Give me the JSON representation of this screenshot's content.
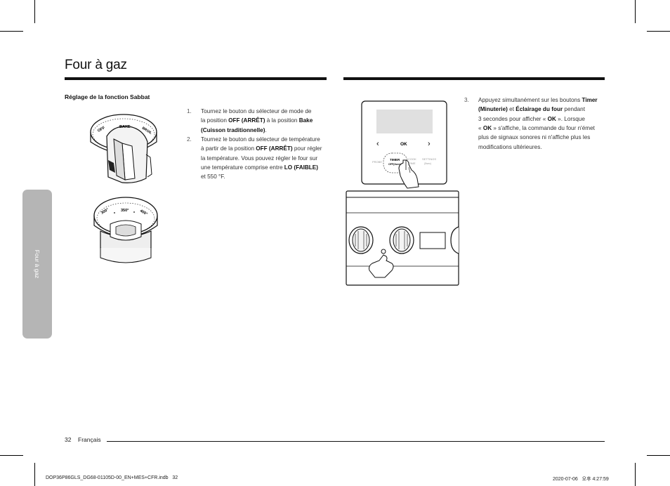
{
  "page": {
    "title": "Four à gaz",
    "side_tab": "Four à gaz",
    "section_label": "Réglage de la fonction Sabbat"
  },
  "steps_left": [
    {
      "num": "1.",
      "lines": [
        [
          {
            "t": "Tournez le bouton du sélecteur de mode de"
          }
        ],
        [
          {
            "t": "la position "
          },
          {
            "t": "OFF (ARRÊT)",
            "b": true
          },
          {
            "t": " à la position "
          },
          {
            "t": "Bake",
            "b": true
          }
        ],
        [
          {
            "t": "(Cuisson traditionnelle)",
            "b": true
          },
          {
            "t": "."
          }
        ]
      ]
    },
    {
      "num": "2.",
      "lines": [
        [
          {
            "t": "Tournez le bouton du sélecteur de température"
          }
        ],
        [
          {
            "t": "à partir de la position "
          },
          {
            "t": "OFF (ARRÊT)",
            "b": true
          },
          {
            "t": " pour régler"
          }
        ],
        [
          {
            "t": "la température. Vous pouvez régler le four sur"
          }
        ],
        [
          {
            "t": "une température comprise entre "
          },
          {
            "t": "LO (FAIBLE)",
            "b": true
          }
        ],
        [
          {
            "t": "et 550 °F."
          }
        ]
      ]
    }
  ],
  "steps_right": [
    {
      "num": "3.",
      "lines": [
        [
          {
            "t": "Appuyez simultanément sur les boutons "
          },
          {
            "t": "Timer",
            "b": true
          }
        ],
        [
          {
            "t": "(Minuterie)",
            "b": true
          },
          {
            "t": " et "
          },
          {
            "t": "Éclairage du four",
            "b": true
          },
          {
            "t": " pendant"
          }
        ],
        [
          {
            "t": "3 secondes pour afficher « "
          },
          {
            "t": "OK",
            "b": true
          },
          {
            "t": " ». Lorsque"
          }
        ],
        [
          {
            "t": "« "
          },
          {
            "t": "OK",
            "b": true
          },
          {
            "t": " » s'affiche, la commande du four n'émet"
          }
        ],
        [
          {
            "t": "plus de signaux sonores ni n'affiche plus les"
          }
        ],
        [
          {
            "t": "modifications ultérieures."
          }
        ]
      ]
    }
  ],
  "figure_labels": {
    "knob1_off": "OFF",
    "knob1_bake": "BAKE",
    "knob1_broil": "BROIL",
    "knob2_300": "300°",
    "knob2_350": "350°",
    "knob2_400": "400°",
    "panel_ok": "OK",
    "panel_left_arrow": "‹",
    "panel_right_arrow": "›",
    "panel_probe": "PROBE",
    "panel_timer": "TIMER",
    "panel_timer_sub": "OFF(3sec)",
    "panel_cook_time_1": "COOK",
    "panel_cook_time_2": "TIME",
    "panel_settings": "SETTINGS",
    "panel_settings_sub": "(5sec)"
  },
  "footer": {
    "page_number": "32",
    "language": "Français",
    "file": "DOP36P86GLS_DG68-01105D-00_EN+MES+CFR.indb   32",
    "timestamp": "2020-07-06   오후 4:27:59"
  }
}
